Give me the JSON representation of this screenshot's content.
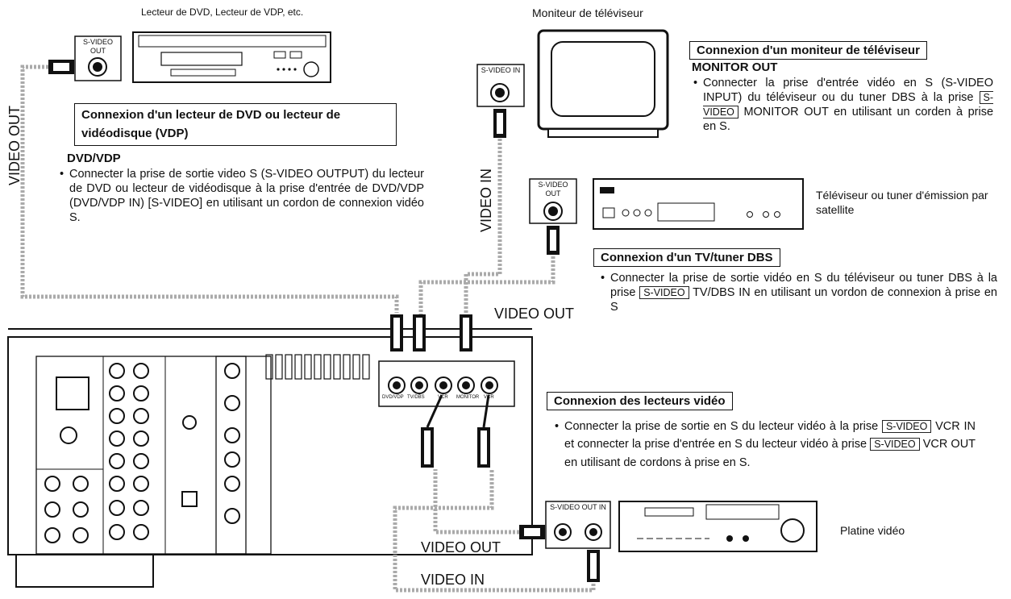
{
  "captions": {
    "dvd_source": "Lecteur de DVD, Lecteur de VDP, etc.",
    "tv_monitor": "Moniteur de téléviseur",
    "tv_tuner": "Téléviseur ou tuner d'émission par satellite",
    "vcr_deck": "Platine vidéo"
  },
  "signal_labels": {
    "video_out_left": "VIDEO OUT",
    "video_in_middle": "VIDEO IN",
    "video_out_middle": "VIDEO OUT",
    "video_out_bottom": "VIDEO OUT",
    "video_in_bottom": "VIDEO IN"
  },
  "jack_labels": {
    "dvd_jack": "S-VIDEO OUT",
    "tv_jack": "S-VIDEO IN",
    "tuner_jack": "S-VIDEO OUT",
    "vcr_jack": "S-VIDEO OUT IN"
  },
  "receiver_labels": [
    "DVD/VDP",
    "TV/DBS",
    "VCR",
    "MONITOR",
    "VCR"
  ],
  "sections": {
    "dvd": {
      "title": "Connexion d'un lecteur de DVD ou lecteur de vidéodisque (VDP)",
      "subtitle": "DVD/VDP",
      "body": "Connecter la prise de sortie video S (S-VIDEO OUTPUT) du lecteur de DVD ou lecteur de vidéodisque à la prise d'entrée de DVD/VDP (DVD/VDP IN) [S-VIDEO] en utilisant un cordon de connexion vidéo S."
    },
    "monitor": {
      "title": "Connexion d'un moniteur de téléviseur",
      "subtitle": "MONITOR OUT",
      "body_before": "Connecter la prise d'entrée vidéo en S (S-VIDEO INPUT) du téléviseur ou du tuner DBS à la prise",
      "boxed": "S-VIDEO",
      "body_after": "MONITOR OUT en utilisant un corden à prise en S."
    },
    "tuner": {
      "title": "Connexion d'un TV/tuner DBS",
      "body_before": "Connecter la prise de sortie vidéo en S du téléviseur ou tuner DBS à la prise",
      "boxed": "S-VIDEO",
      "body_after": "TV/DBS IN en utilisant un vordon de connexion à prise en S"
    },
    "vcr": {
      "title": "Connexion des lecteurs vidéo",
      "body_1": "Connecter la prise de sortie en S du lecteur vidéo à la prise",
      "boxed_1": "S-VIDEO",
      "body_2": "VCR IN et connecter la prise d'entrée en S du lecteur vidéo à prise",
      "boxed_2": "S-VIDEO",
      "body_3": "VCR OUT en utilisant de cordons à prise en S."
    }
  }
}
